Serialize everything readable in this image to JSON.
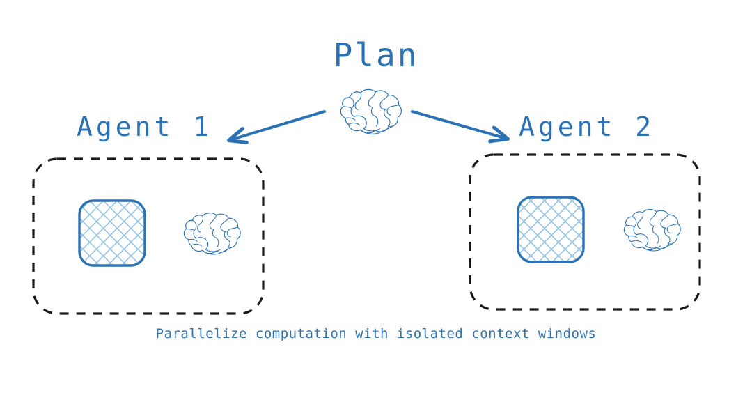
{
  "diagram": {
    "title": "Plan",
    "caption": "Parallelize computation with isolated context windows",
    "colors": {
      "accent_blue": "#2a72b5",
      "hatch_blue": "#8fc2e8",
      "box_border": "#1a1a1a",
      "background": "#ffffff"
    },
    "agents": [
      {
        "label": "Agent 1",
        "context_window_name": "context-window",
        "brain_name": "brain-icon"
      },
      {
        "label": "Agent 2",
        "context_window_name": "context-window",
        "brain_name": "brain-icon"
      }
    ],
    "arrows": [
      {
        "name": "arrow-to-agent-1",
        "direction": "down-left"
      },
      {
        "name": "arrow-to-agent-2",
        "direction": "down-right"
      }
    ],
    "icons": {
      "plan_brain": "brain-icon",
      "agent_brain": "brain-icon",
      "context_window": "hatched-rounded-square-icon"
    }
  }
}
